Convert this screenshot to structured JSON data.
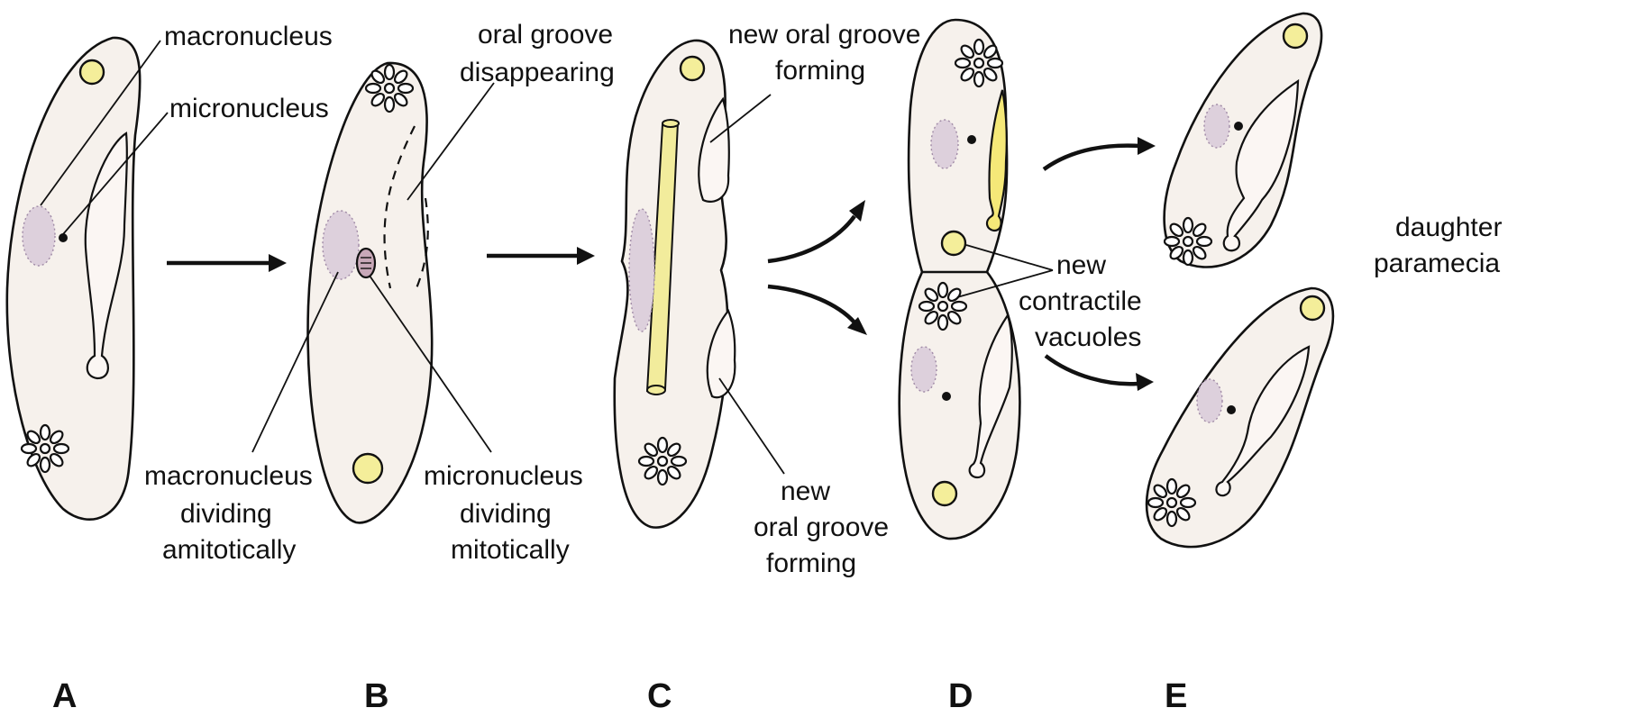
{
  "labels": {
    "macronucleus": "macronucleus",
    "micronucleus": "micronucleus",
    "oral_groove_disappearing_1": "oral groove",
    "oral_groove_disappearing_2": "disappearing",
    "new_oral_groove_top_1": "new oral groove",
    "new_oral_groove_top_2": "forming",
    "macro_dividing_1": "macronucleus",
    "macro_dividing_2": "dividing",
    "macro_dividing_3": "amitotically",
    "micro_dividing_1": "micronucleus",
    "micro_dividing_2": "dividing",
    "micro_dividing_3": "mitotically",
    "new_oral_groove_bottom_1": "new",
    "new_oral_groove_bottom_2": "oral groove",
    "new_oral_groove_bottom_3": "forming",
    "new_cv_1": "new",
    "new_cv_2": "contractile",
    "new_cv_3": "vacuoles",
    "daughter_1": "daughter",
    "daughter_2": "paramecia"
  },
  "stages": [
    "A",
    "B",
    "C",
    "D",
    "E"
  ],
  "colors": {
    "cytoplasm": "#f6f1ec",
    "contractile_vacuole": "#f4ee9a",
    "macronucleus": "#ddd0dc",
    "outline": "#111111"
  }
}
